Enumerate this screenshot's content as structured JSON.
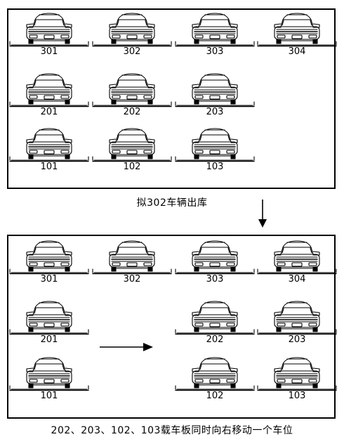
{
  "before": {
    "rows": [
      [
        "301",
        "302",
        "303",
        "304"
      ],
      [
        "201",
        "202",
        "203",
        ""
      ],
      [
        "101",
        "102",
        "103",
        ""
      ]
    ],
    "caption": "拟302车辆出库"
  },
  "after": {
    "rows": [
      [
        "301",
        "302",
        "303",
        "304"
      ],
      [
        "201",
        "",
        "202",
        "203"
      ],
      [
        "101",
        "",
        "102",
        "103"
      ]
    ],
    "caption": "202、203、102、103载车板同时向右移动一个车位"
  },
  "colors": {
    "line": "#000000",
    "background": "#ffffff"
  },
  "icons": [
    "car-front-icon",
    "arrow-down-icon",
    "arrow-right-icon"
  ]
}
